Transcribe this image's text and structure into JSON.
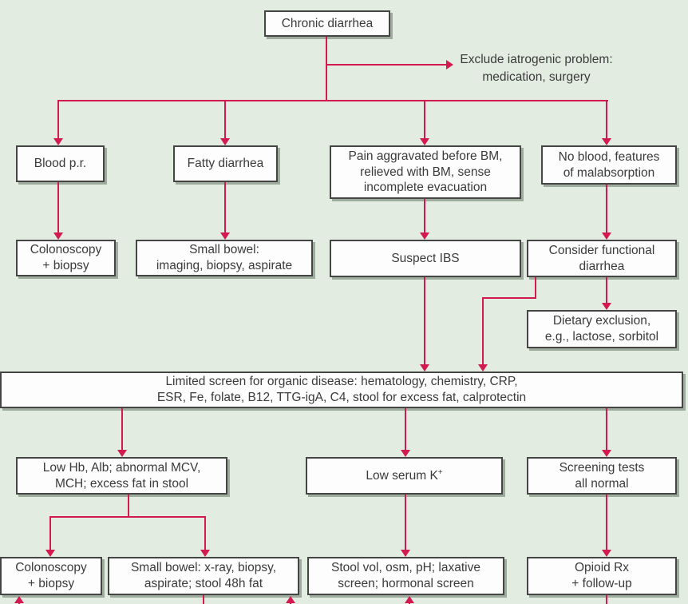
{
  "colors": {
    "accent": "#d21a50",
    "bg": "#e2ece1",
    "box_fill": "#fdfdfd",
    "box_border": "#454545",
    "shadow": "#9dac9d",
    "text": "#3b3b3b"
  },
  "nodes": {
    "chronic": "Chronic diarrhea",
    "exclude_note": "Exclude iatrogenic problem:\nmedication, surgery",
    "blood_pr": "Blood p.r.",
    "fatty": "Fatty diarrhea",
    "pain_bm": "Pain aggravated before BM,\nrelieved with BM, sense\nincomplete evacuation",
    "no_blood": "No blood, features\nof malabsorption",
    "colonoscopy_biopsy_1": "Colonoscopy\n+ biopsy",
    "small_bowel_1": "Small bowel:\nimaging, biopsy, aspirate",
    "suspect_ibs": "Suspect IBS",
    "consider_functional": "Consider functional\ndiarrhea",
    "dietary_exclusion": "Dietary exclusion,\ne.g., lactose, sorbitol",
    "limited_screen": "Limited screen for organic disease: hematology, chemistry, CRP,\nESR, Fe, folate, B12, TTG-igA, C4, stool for excess fat, calprotectin",
    "low_hb": "Low Hb, Alb; abnormal MCV,\nMCH; excess fat in stool",
    "low_k_main": "Low serum K",
    "low_k_sup": "+",
    "screening_normal": "Screening tests\nall normal",
    "colonoscopy_biopsy_2": "Colonoscopy\n+ biopsy",
    "small_bowel_2": "Small bowel: x-ray, biopsy,\naspirate; stool 48h fat",
    "stool_vol": "Stool vol, osm, pH; laxative\nscreen; hormonal screen",
    "opioid": "Opioid Rx\n+ follow-up"
  }
}
